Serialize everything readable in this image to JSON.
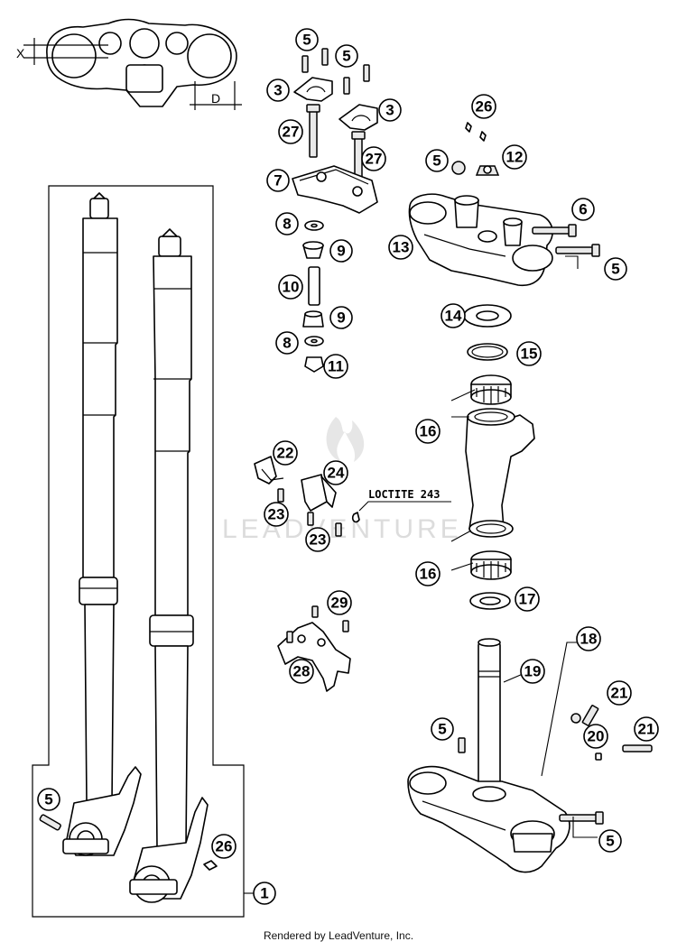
{
  "callouts": {
    "c1": "1",
    "c3a": "3",
    "c3b": "3",
    "c5a": "5",
    "c5b": "5",
    "c5c": "5",
    "c5d": "5",
    "c5e": "5",
    "c5f": "5",
    "c6": "6",
    "c7": "7",
    "c8a": "8",
    "c8b": "8",
    "c9a": "9",
    "c9b": "9",
    "c10": "10",
    "c11": "11",
    "c12": "12",
    "c13": "13",
    "c14": "14",
    "c15": "15",
    "c16a": "16",
    "c16b": "16",
    "c17": "17",
    "c18": "18",
    "c19": "19",
    "c20": "20",
    "c21a": "21",
    "c21b": "21",
    "c22": "22",
    "c23a": "23",
    "c23b": "23",
    "c24": "24",
    "c26a": "26",
    "c26b": "26",
    "c27a": "27",
    "c27b": "27",
    "c28": "28",
    "c29": "29"
  },
  "labels": {
    "loctite": "LOCTITE 243",
    "dim_x": "X",
    "dim_d": "D"
  },
  "watermark": "LEADVENTURE",
  "footer": "Rendered by LeadVenture, Inc."
}
